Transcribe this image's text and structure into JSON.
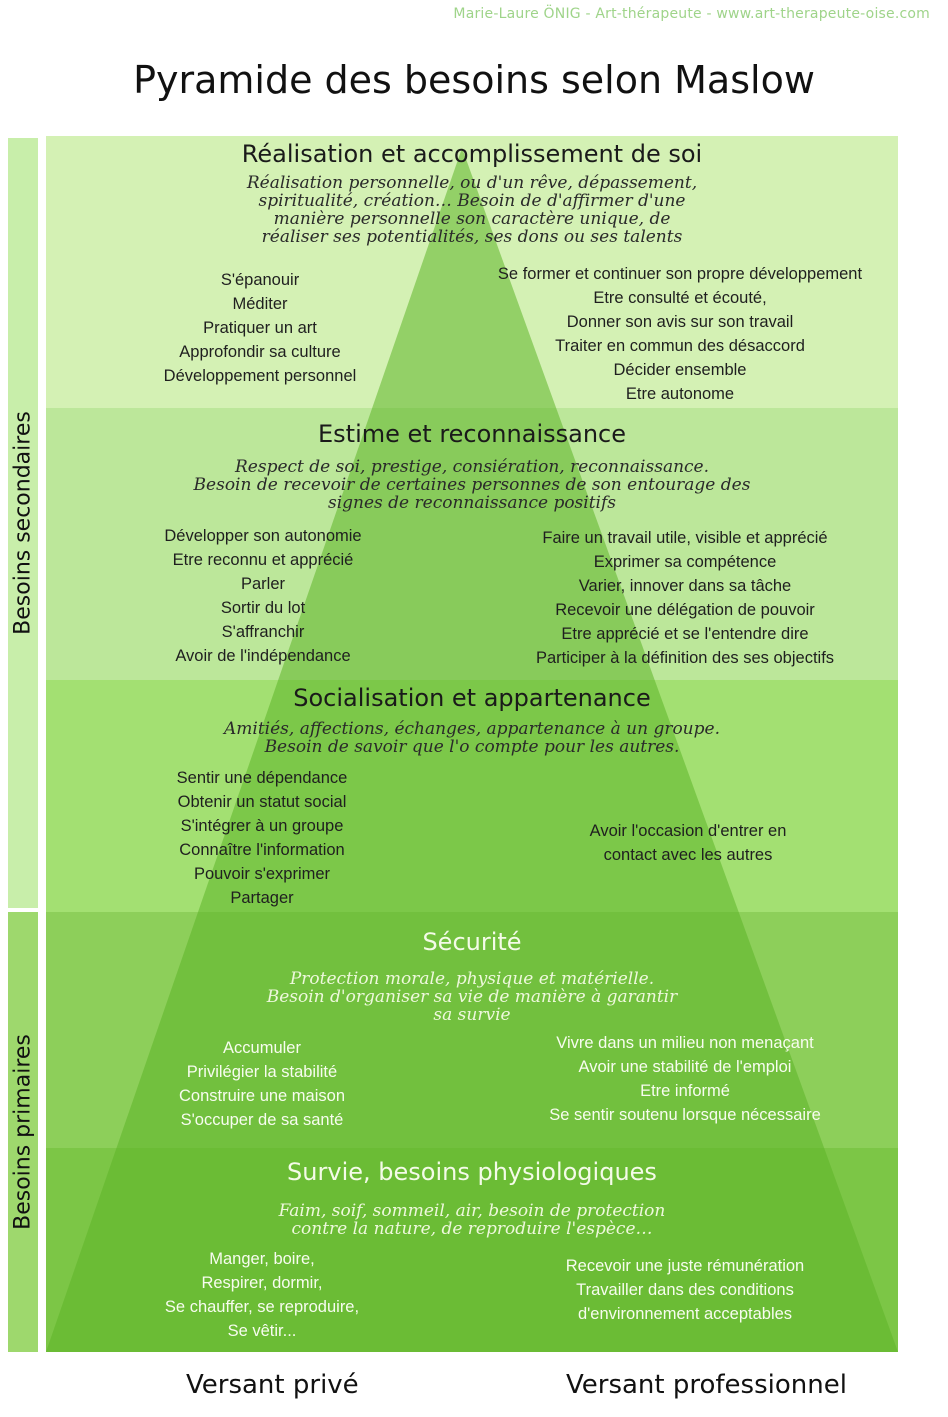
{
  "credit": "Marie-Laure ÖNIG - Art-thérapeute - www.art-therapeute-oise.com",
  "title": "Pyramide des besoins selon Maslow",
  "side_labels": {
    "secondary": "Besoins secondaires",
    "primary": "Besoins primaires"
  },
  "levels": [
    {
      "title": "Réalisation et accomplissement de soi",
      "description": [
        "Réalisation personnelle, ou d'un rêve, dépassement,",
        "spiritualité, création… Besoin de d'affirmer d'une",
        "manière personnelle son caractère unique, de",
        "réaliser ses potentialités, ses dons ou ses talents"
      ],
      "private": [
        "S'épanouir",
        "Méditer",
        "Pratiquer un art",
        "Approfondir sa culture",
        "Développement personnel"
      ],
      "professional": [
        "Se former et continuer son propre développement",
        "Etre consulté et écouté,",
        "Donner son avis sur son travail",
        "Traiter en commun des désaccord",
        "Décider ensemble",
        "Etre autonome"
      ],
      "color": "#d4f1b4"
    },
    {
      "title": "Estime et reconnaissance",
      "description": [
        "Respect de soi, prestige, consiération, reconnaissance.",
        "Besoin de recevoir de certaines personnes de son entourage des",
        "signes de reconnaissance positifs"
      ],
      "private": [
        "Développer son autonomie",
        "Etre reconnu et apprécié",
        "Parler",
        "Sortir du lot",
        "S'affranchir",
        "Avoir de l'indépendance"
      ],
      "professional": [
        "Faire un travail utile, visible et apprécié",
        "Exprimer sa compétence",
        "Varier, innover dans sa tâche",
        "Recevoir une délégation de pouvoir",
        "Etre apprécié et se l'entendre dire",
        "Participer à la définition des ses objectifs"
      ],
      "color": "#bce79a"
    },
    {
      "title": "Socialisation et appartenance",
      "description": [
        "Amitiés, affections, échanges, appartenance à un groupe.",
        "Besoin de savoir que l'o compte pour les autres."
      ],
      "private": [
        "Sentir une dépendance",
        "Obtenir un statut social",
        "S'intégrer à un groupe",
        "Connaître l'information",
        "Pouvoir s'exprimer",
        "Partager"
      ],
      "professional": [
        "Avoir l'occasion d'entrer en",
        "contact avec les autres"
      ],
      "color": "#a3e072"
    },
    {
      "title": "Sécurité",
      "description": [
        "Protection morale, physique et matérielle.",
        "Besoin d'organiser sa vie de manière à garantir",
        "sa survie"
      ],
      "private": [
        "Accumuler",
        "Privilégier la stabilité",
        "Construire une maison",
        "S'occuper de sa santé"
      ],
      "professional": [
        "Vivre dans un milieu non menaçant",
        "Avoir une stabilité de l'emploi",
        "Etre informé",
        "Se sentir soutenu lorsque nécessaire"
      ],
      "color": "#8dcf5a"
    },
    {
      "title": "Survie, besoins physiologiques",
      "description": [
        "Faim, soif, sommeil, air, besoin de protection",
        "contre la nature, de reproduire l'espèce…"
      ],
      "private": [
        "Manger, boire,",
        "Respirer, dormir,",
        "Se chauffer, se reproduire,",
        "Se vêtir..."
      ],
      "professional": [
        "Recevoir une juste rémunération",
        "Travailler dans des conditions",
        "d'environnement acceptables"
      ],
      "color": "#7cc646"
    }
  ],
  "footer": {
    "private": "Versant privé",
    "professional": "Versant professionnel"
  },
  "colors": {
    "pyramid": "#5cb528",
    "side_bar_secondary": "#c8eeaa",
    "side_bar_primary": "#9ed86d",
    "credit": "#9fd48a"
  }
}
